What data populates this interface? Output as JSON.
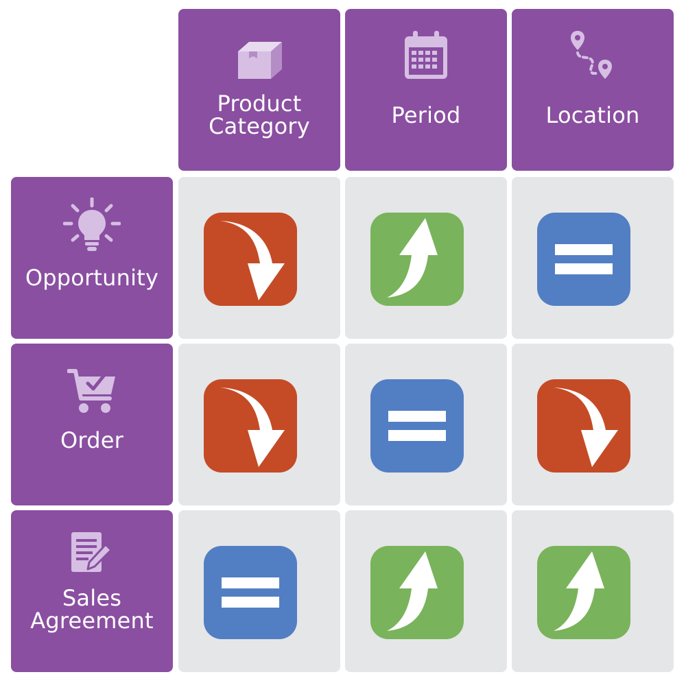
{
  "columns": [
    {
      "label": "Product Category",
      "icon": "box-icon"
    },
    {
      "label": "Period",
      "icon": "calendar-icon"
    },
    {
      "label": "Location",
      "icon": "route-icon"
    }
  ],
  "rows": [
    {
      "label": "Opportunity",
      "icon": "lightbulb-icon",
      "cells": [
        "down",
        "up",
        "equal"
      ]
    },
    {
      "label": "Order",
      "icon": "shopping-cart-icon",
      "cells": [
        "down",
        "equal",
        "down"
      ]
    },
    {
      "label": "Sales Agreement",
      "icon": "document-sign-icon",
      "cells": [
        "equal",
        "up",
        "up"
      ]
    }
  ],
  "colors": {
    "header": "#8a4fa1",
    "header_icon": "#d6bfe3",
    "cell": "#e5e6e8",
    "down": "#c44b26",
    "up": "#79b35b",
    "equal": "#527ec4"
  }
}
